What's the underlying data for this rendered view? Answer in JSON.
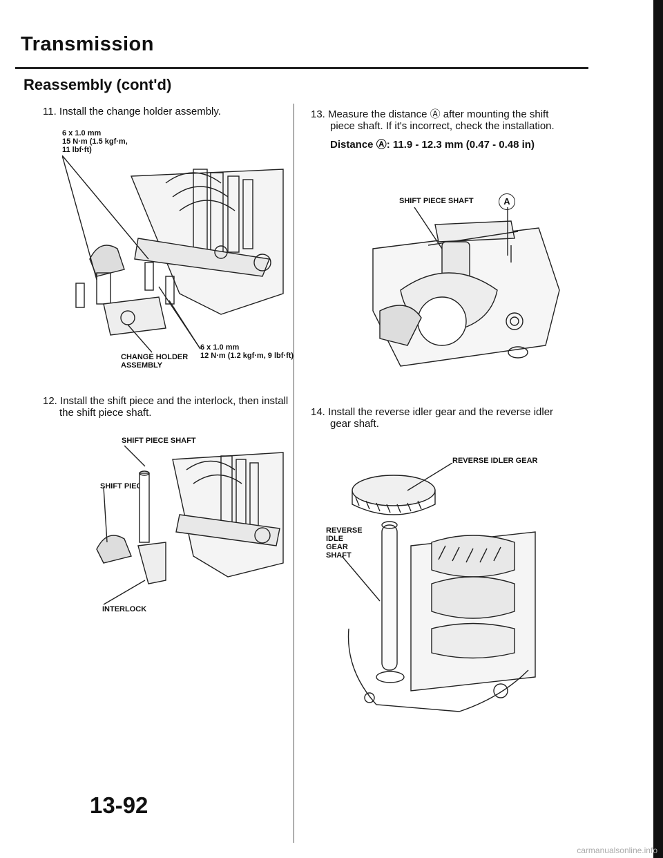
{
  "header": {
    "title": "Transmission",
    "subtitle": "Reassembly (cont'd)"
  },
  "steps": {
    "s11": {
      "num": "11.",
      "text": "Install the change holder assembly."
    },
    "s12": {
      "num": "12.",
      "text1": "Install the shift piece and the interlock, then install",
      "text2": "the shift piece shaft."
    },
    "s13": {
      "num": "13.",
      "text1": "Measure the distance Ⓐ after mounting the shift",
      "text2": "piece shaft. If it's incorrect, check the installation.",
      "spec": "Distance Ⓐ: 11.9 - 12.3 mm (0.47 - 0.48 in)"
    },
    "s14": {
      "num": "14.",
      "text1": "Install the reverse idler gear and the reverse idler",
      "text2": "gear shaft."
    }
  },
  "fig1": {
    "torque_top": [
      "6 x 1.0 mm",
      "15 N·m (1.5 kgf·m,",
      "11 lbf·ft)"
    ],
    "torque_bottom": [
      "6 x 1.0 mm",
      "12 N·m (1.2 kgf·m, 9 lbf·ft)"
    ],
    "part": [
      "CHANGE HOLDER",
      "ASSEMBLY"
    ]
  },
  "fig2": {
    "shaft": "SHIFT PIECE SHAFT",
    "piece": "SHIFT PIECE",
    "interlock": "INTERLOCK"
  },
  "fig3": {
    "shaft": "SHIFT PIECE SHAFT",
    "ref": "A"
  },
  "fig4": {
    "gear": "REVERSE IDLER GEAR",
    "shaft": [
      "REVERSE",
      "IDLE",
      "GEAR",
      "SHAFT"
    ]
  },
  "page": {
    "number": "13-92",
    "footer": "carmanualsonline.info"
  }
}
